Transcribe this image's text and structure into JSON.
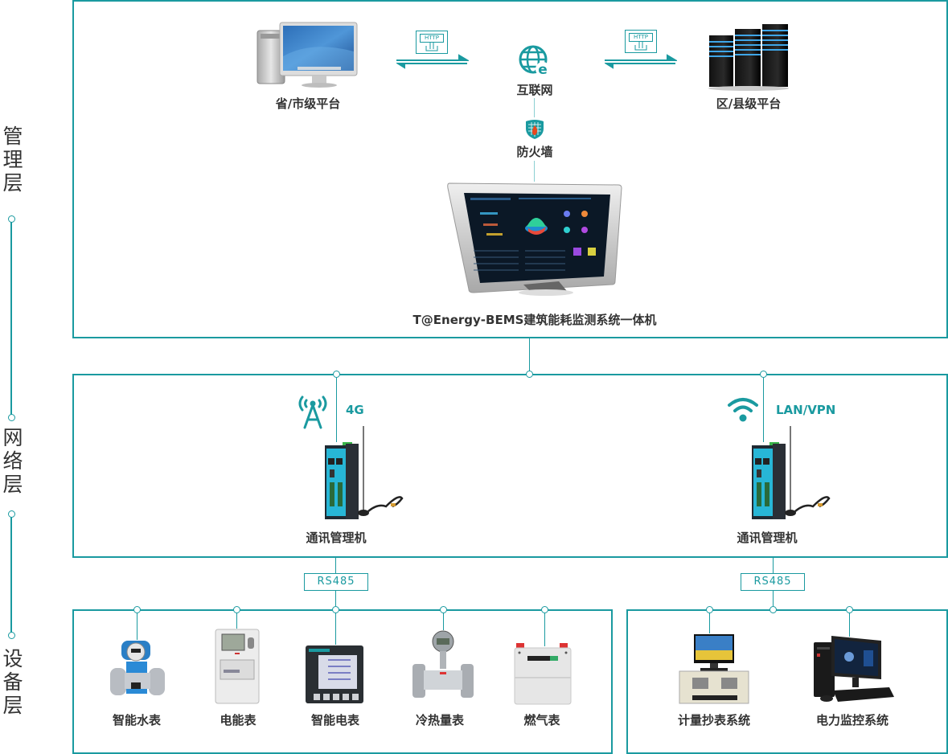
{
  "layers": {
    "management": "管理层",
    "network": "网络层",
    "device": "设备层"
  },
  "management": {
    "provincial_platform": "省/市级平台",
    "district_platform": "区/县级平台",
    "internet": "互联网",
    "firewall": "防火墙",
    "http_label_left": "HTTP",
    "http_label_right": "HTTP",
    "terminal": "T@Energy-BEMS建筑能耗监测系统一体机"
  },
  "network": {
    "left_gateway": {
      "protocol": "4G",
      "label": "通讯管理机",
      "icon": "cell-tower-icon"
    },
    "right_gateway": {
      "protocol": "LAN/VPN",
      "label": "通讯管理机",
      "icon": "wifi-icon"
    }
  },
  "bus": {
    "left": "RS485",
    "right": "RS485"
  },
  "devices": {
    "left_group": [
      {
        "label": "智能水表",
        "icon": "water-meter-icon"
      },
      {
        "label": "电能表",
        "icon": "energy-meter-icon"
      },
      {
        "label": "智能电表",
        "icon": "smart-meter-icon"
      },
      {
        "label": "冷热量表",
        "icon": "heat-meter-icon"
      },
      {
        "label": "燃气表",
        "icon": "gas-meter-icon"
      }
    ],
    "right_group": [
      {
        "label": "计量抄表系统",
        "icon": "industrial-pc-icon"
      },
      {
        "label": "电力监控系统",
        "icon": "desktop-pc-icon"
      }
    ]
  },
  "colors": {
    "accent": "#1a9aa0",
    "text": "#333333"
  }
}
